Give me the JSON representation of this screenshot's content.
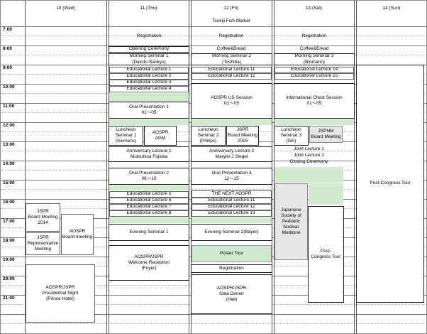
{
  "days": [
    "10 (Wed)",
    "11 (Thu)",
    "12 (Fri)",
    "13 (Sat)",
    "14 (Sun)"
  ],
  "times": [
    "7:00",
    "8:00",
    "9:00",
    "10:00",
    "11:00",
    "12:00",
    "13:00",
    "14:00",
    "15:00",
    "16:00",
    "17:00",
    "18:00",
    "19:00",
    "20:00",
    "21:00"
  ],
  "colors": {
    "green": "#cfe9cf",
    "gray": "#e6e6e6",
    "line": "#555555"
  },
  "events": {
    "tsukiji": "Tsukiji Fish Market",
    "wed": {
      "jspr_bm": [
        "JSPR",
        "Board Meeting",
        "2014"
      ],
      "jspr_rep": [
        "JSPR",
        "Representative",
        "Meeting"
      ],
      "aospr_bm": [
        "AOSPR",
        "Board meeting"
      ],
      "night": [
        "AOSPR/JSPR",
        "Presidential Night",
        "(Prince Hotel)"
      ]
    },
    "thu": {
      "registration": "Registration",
      "opening": "Opening Ceremony",
      "morning": [
        "Morning Seminar 1",
        "(Daiichi-Sankyo)"
      ],
      "lec1": "Educational Lecture 1",
      "lec2": "Educational Lecture 2",
      "lec3": "Educational Lecture 3",
      "lec4": "Educational Lecture 4",
      "oral1": [
        "Oral Presentation 1",
        "01～05"
      ],
      "lunch": [
        "Luncheon",
        "Seminar 1",
        "(Siemens)"
      ],
      "agm": [
        "AOSPR",
        "AGM"
      ],
      "anniv": [
        "Anniversary Lecture 1",
        "Mutsuhisa Fujioka"
      ],
      "oral2": [
        "Oral Presentation 2",
        "06～10"
      ],
      "lec5": "Educational Lecture 5",
      "lec6": "Educational Lecture 6",
      "lec7": "Educational Lecture 7",
      "lec8": "Educational Lecture 8",
      "evening": "Evening Seminar 1",
      "reception": [
        "AOSPR/JSPR",
        "Welcome Reception",
        "(Foyer)"
      ]
    },
    "fri": {
      "registration": "Registration",
      "coffee": "Coffee&Bread",
      "morning": [
        "Morning Seminar 2",
        "(Toshiba)"
      ],
      "lec11": "Educational Lecture 11",
      "lec12": "Educational Lecture 12",
      "us": [
        "AOSPR US Session",
        "01～05"
      ],
      "lunch": [
        "Luncheon",
        "Seminar 2",
        "(Philips)"
      ],
      "jspr_bm": [
        "JSPR",
        "Board Meeting",
        "2015"
      ],
      "anniv": [
        "Anniversary Lecture 2",
        "Marylin J Siegel"
      ],
      "oral3": [
        "Oral Presentation 3",
        "11～15"
      ],
      "next": "THE NEXT AOSPR",
      "lec11b": "Educational Lecture 11",
      "lec12b": "Educational Lecture 12",
      "lec13": "Educational Lecture 13",
      "evening": "Evening Seminar 2(Bayer)",
      "poster": "Poster Tour",
      "registration2": "Registration",
      "gala": [
        "AOSPR/JSPR",
        "Gala Dinner",
        "(Hall)"
      ]
    },
    "sat": {
      "registration": "Registration",
      "coffee": "Coffee&Bread",
      "morning": [
        "Morning Seminar 3",
        "(Biomarin)"
      ],
      "lec14": "Educational Lecture 14",
      "lec15": "Educational Lecture 15",
      "chest": [
        "International Chest Session",
        "01～05"
      ],
      "lunch": [
        "Luncheon",
        "Seminar 3",
        "(GE)"
      ],
      "jspnm": [
        "JSPNM",
        "Board Meeting"
      ],
      "joint1": "Joint Lecture 1",
      "joint2": "Joint Lecture 2",
      "closing": "Closing Ceremony",
      "jsnm": [
        "Japanese",
        "Society of",
        "Pediatric",
        "Nuclear",
        "Medicine"
      ],
      "post": [
        "Post-",
        "Congress Tour"
      ]
    },
    "sun": {
      "post": "Post-Congress Tour"
    }
  }
}
